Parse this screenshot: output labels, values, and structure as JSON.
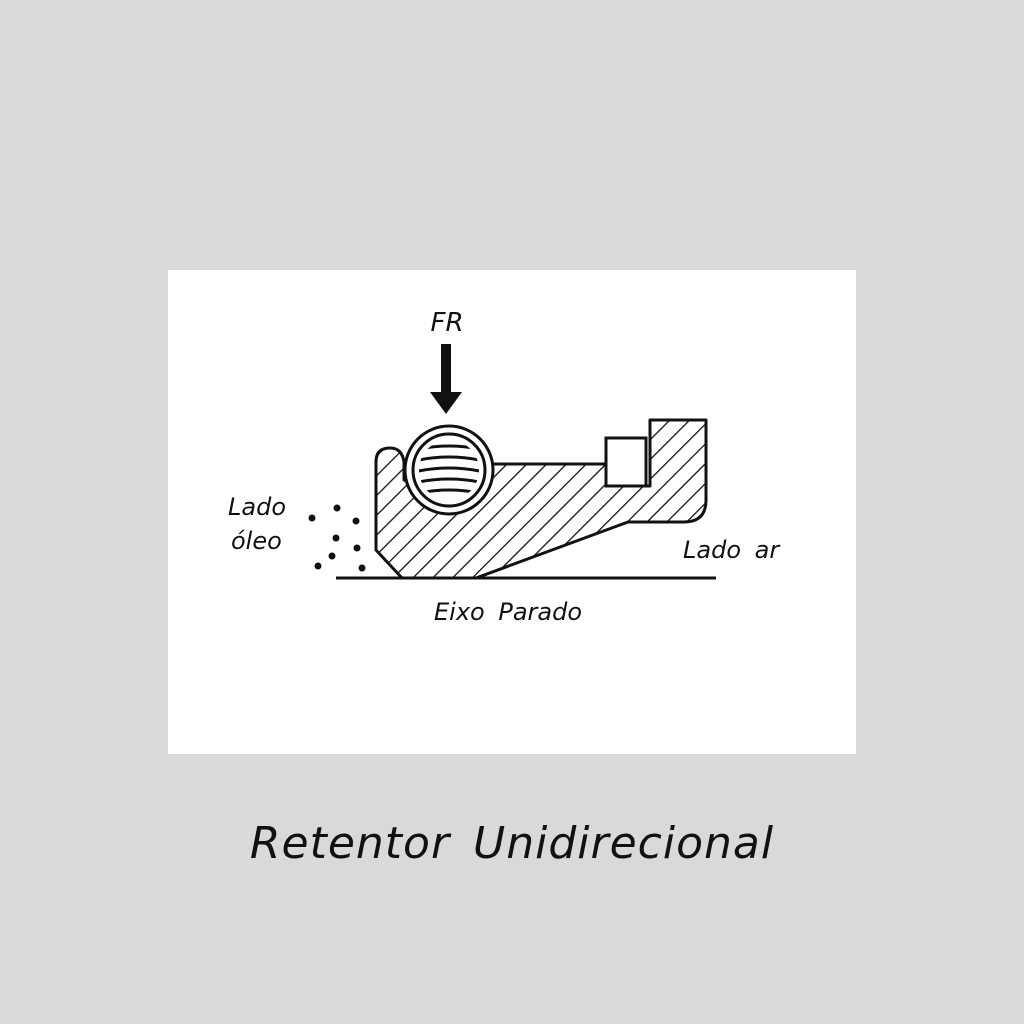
{
  "caption": "Retentor Unidirecional",
  "labels": {
    "force": "FR",
    "oil_side_line1": "Lado",
    "oil_side_line2": "óleo",
    "air_side": "Lado ar",
    "shaft": "Eixo Parado"
  },
  "colors": {
    "background": "#d9d9d9",
    "panel": "#ffffff",
    "ink": "#111111"
  }
}
